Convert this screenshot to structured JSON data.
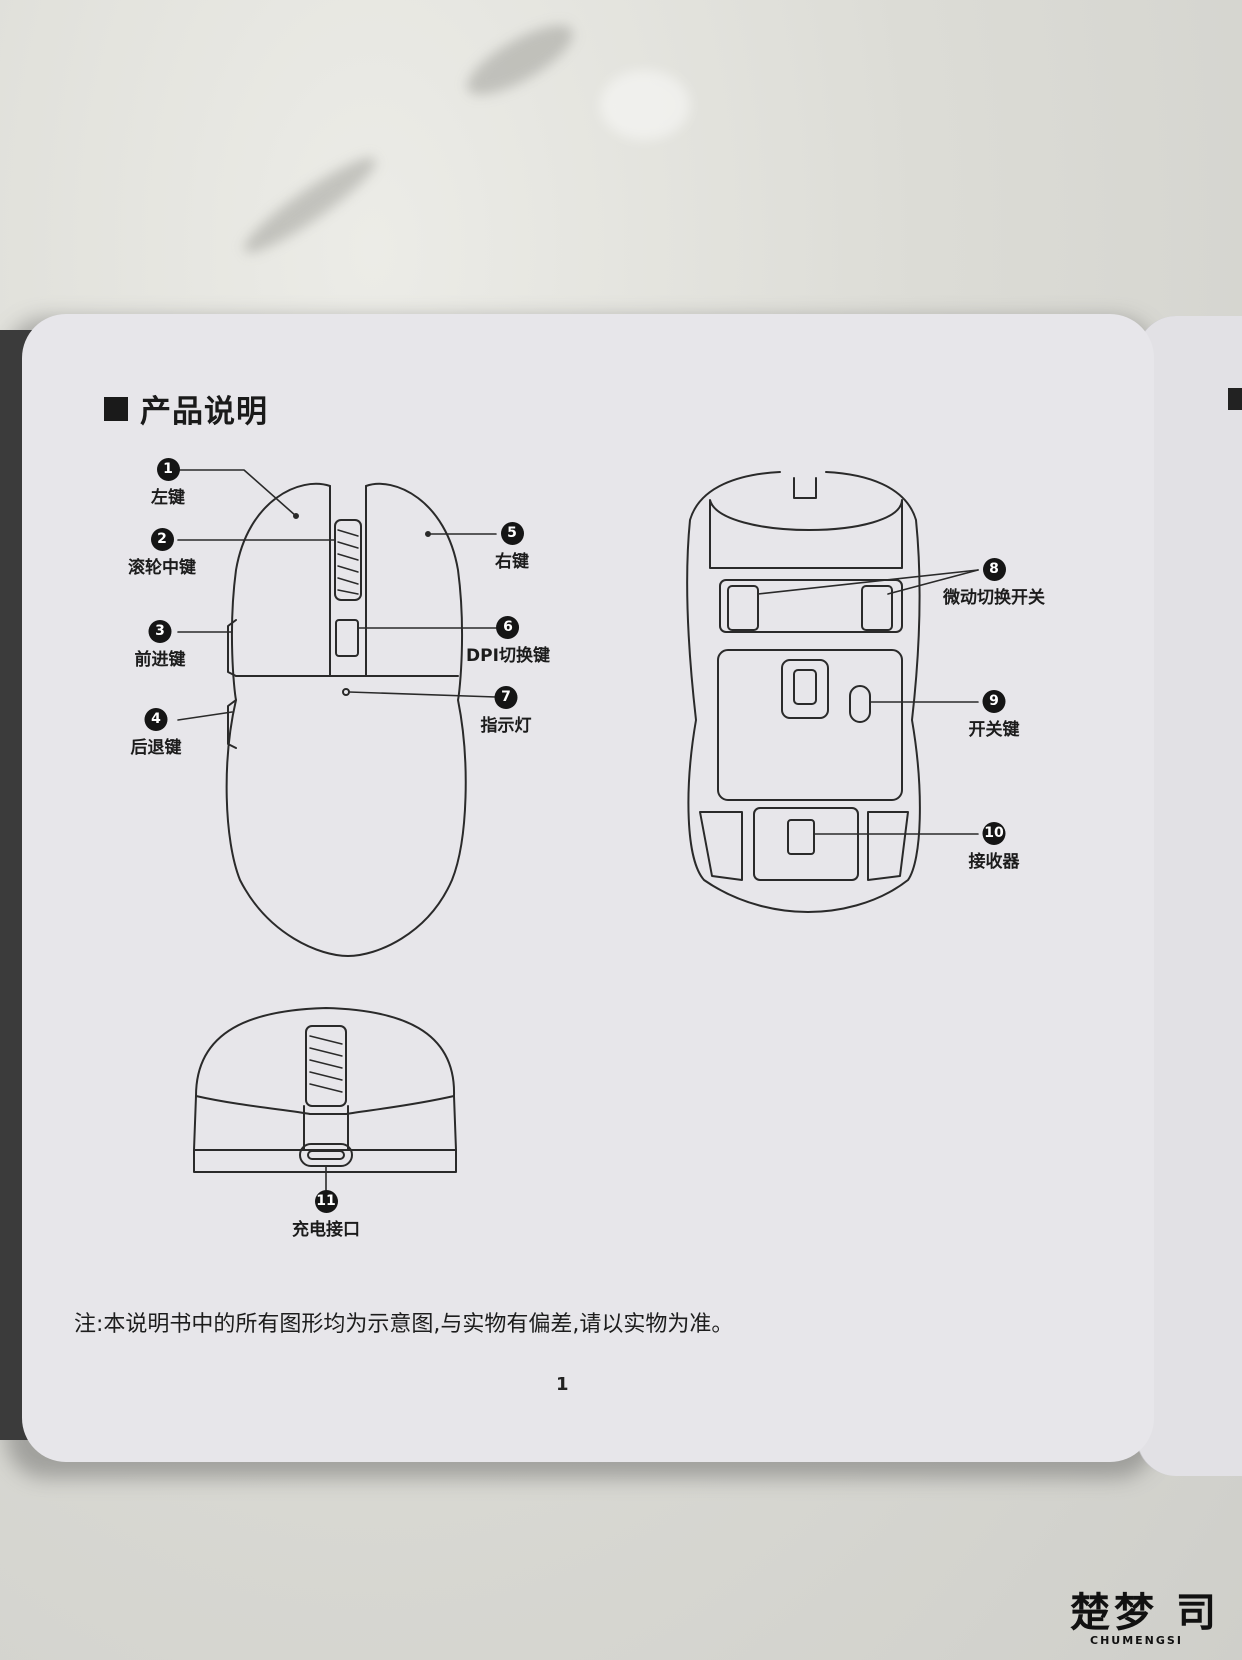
{
  "section": {
    "title": "产品说明"
  },
  "callouts": [
    {
      "number": "1",
      "label": "左键"
    },
    {
      "number": "2",
      "label": "滚轮中键"
    },
    {
      "number": "3",
      "label": "前进键"
    },
    {
      "number": "4",
      "label": "后退键"
    },
    {
      "number": "5",
      "label": "右键"
    },
    {
      "number": "6",
      "label": "DPI切换键"
    },
    {
      "number": "7",
      "label": "指示灯"
    },
    {
      "number": "8",
      "label": "微动切换开关"
    },
    {
      "number": "9",
      "label": "开关键"
    },
    {
      "number": "10",
      "label": "接收器"
    },
    {
      "number": "11",
      "label": "充电接口"
    }
  ],
  "note": "注:本说明书中的所有图形均为示意图,与实物有偏差,请以实物为准。",
  "page_number": "1",
  "watermark": {
    "main": "楚梦",
    "sub": "CHUMENGSI",
    "glyph": "司"
  }
}
